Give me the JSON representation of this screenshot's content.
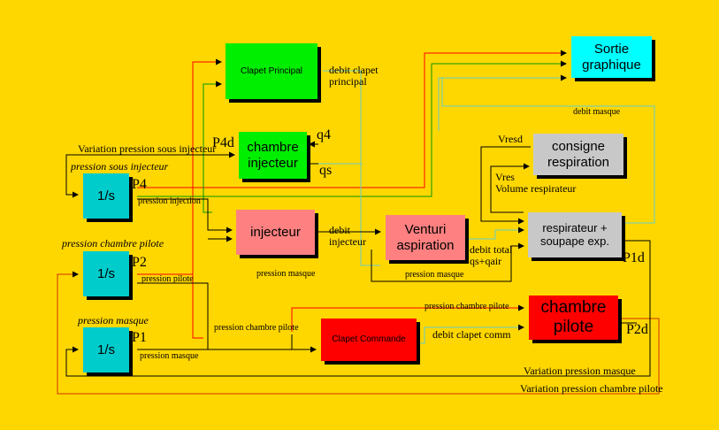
{
  "colors": {
    "background": "#FFD700",
    "green": "#00EE00",
    "cyan": "#00CCCC",
    "salmon": "#FF8080",
    "red": "#FF0000",
    "gray": "#C8C8C8",
    "sortie": "#00FFFF"
  },
  "blocks": {
    "clapet_principal": "Clapet Principal",
    "chambre_injecteur": "chambre\ninjecteur",
    "sortie": "Sortie\ngraphique",
    "consigne": "consigne\nrespiration",
    "injecteur": "injecteur",
    "venturi": "Venturi\naspiration",
    "respirateur": "respirateur +\nsoupape exp.",
    "integ_p4": "1/s",
    "integ_p2": "1/s",
    "integ_p1": "1/s",
    "clapet_commande": "Clapet Commande",
    "chambre_pilote": "chambre\npilote"
  },
  "labels": {
    "debit_clapet_principal": "debit clapet\nprincipal",
    "debit_masque": "debit masque",
    "q4": "q4",
    "qs": "qs",
    "vresd": "Vresd",
    "vres": "Vres\nVolume respirateur",
    "p4d": "P4d",
    "var_p_inj": "Variation pression sous injecteur",
    "p_sous_inj": "pression sous injecteur",
    "p4": "P4",
    "p_injection": "pression injection",
    "debit_injecteur": "debit\ninjecteur",
    "debit_total": "debit total\nqs+qair",
    "p1d": "P1d",
    "p_ch_pilote_it": "pression chambre pilote",
    "p2": "P2",
    "p_pilote": "pression pilote",
    "p_masque_1": "pression masque",
    "p_masque_2": "pression masque",
    "p_ch_pilote_top": "pression chambre pilote",
    "p_masque_it": "pression masque",
    "p_ch_pilote_mid": "pression chambre pilote",
    "p1": "P1",
    "p_masque_3": "pression masque",
    "debit_clapet_comm": "debit clapet comm",
    "p2d": "P2d",
    "var_p_masque": "Variation pression masque",
    "var_p_ch_pilote": "Variation pression chambre pilote"
  }
}
